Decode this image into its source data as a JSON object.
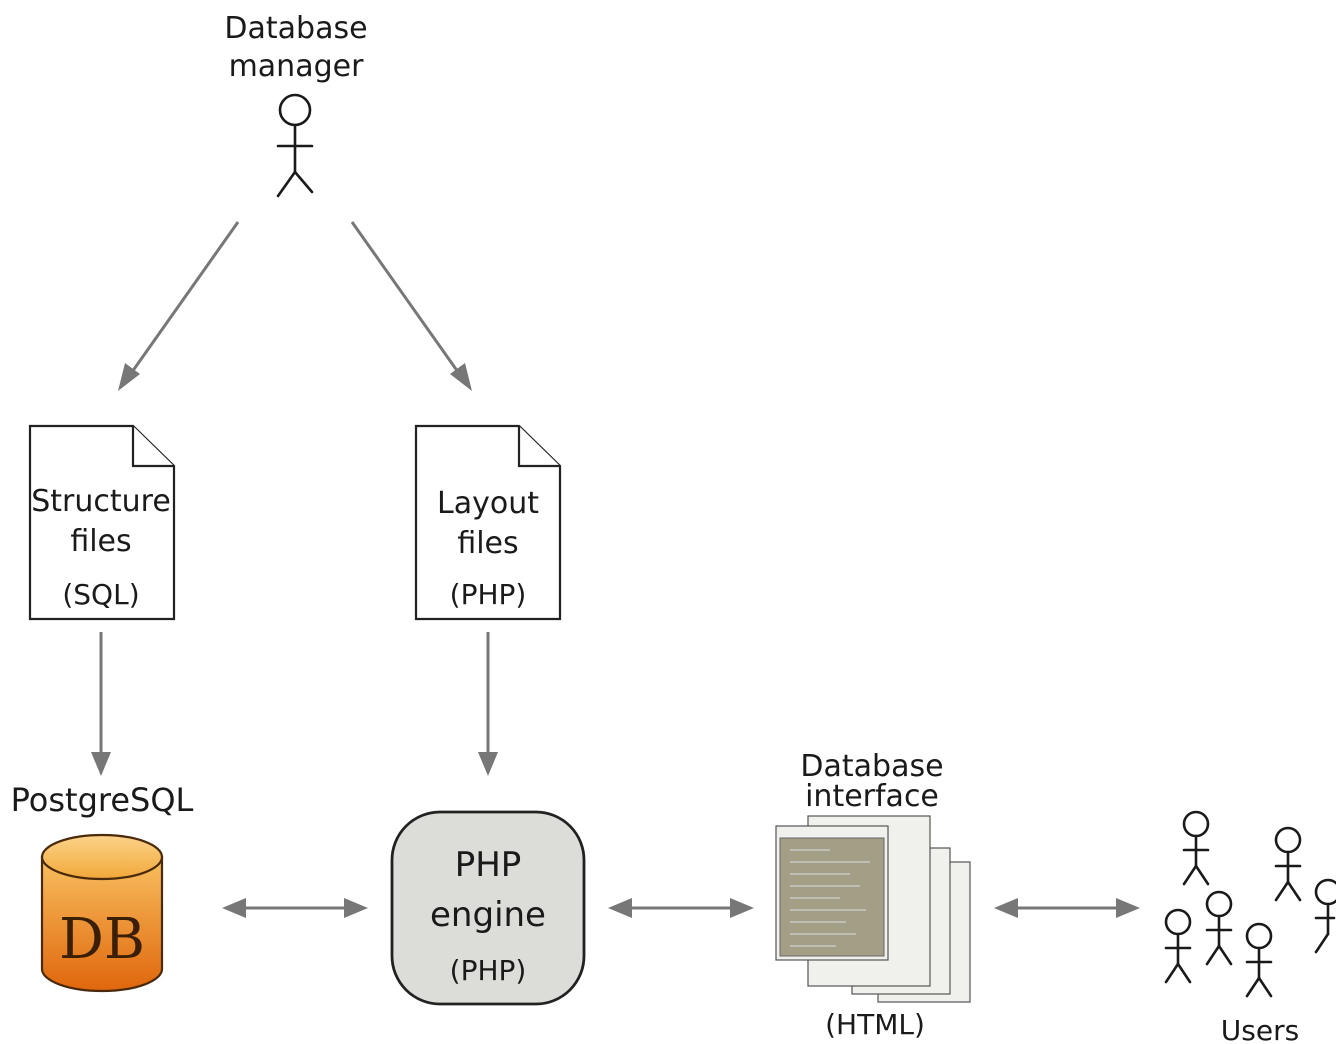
{
  "nodes": {
    "manager": {
      "line1": "Database",
      "line2": "manager"
    },
    "structure_files": {
      "line1": "Structure",
      "line2": "files",
      "line3": "(SQL)"
    },
    "layout_files": {
      "line1": "Layout",
      "line2": "files",
      "line3": "(PHP)"
    },
    "postgres": {
      "label": "PostgreSQL",
      "db_text": "DB"
    },
    "php_engine": {
      "line1": "PHP",
      "line2": "engine",
      "line3": "(PHP)"
    },
    "db_interface": {
      "line1": "Database",
      "line2": "interface",
      "line3": "(HTML)"
    },
    "users": {
      "label": "Users"
    }
  },
  "colors": {
    "arrow": "#777777",
    "db_fill_top": "#f6b24e",
    "db_fill_bottom": "#e36a10",
    "engine_fill": "#dcdcd8",
    "form_panel": "#a39f87"
  }
}
